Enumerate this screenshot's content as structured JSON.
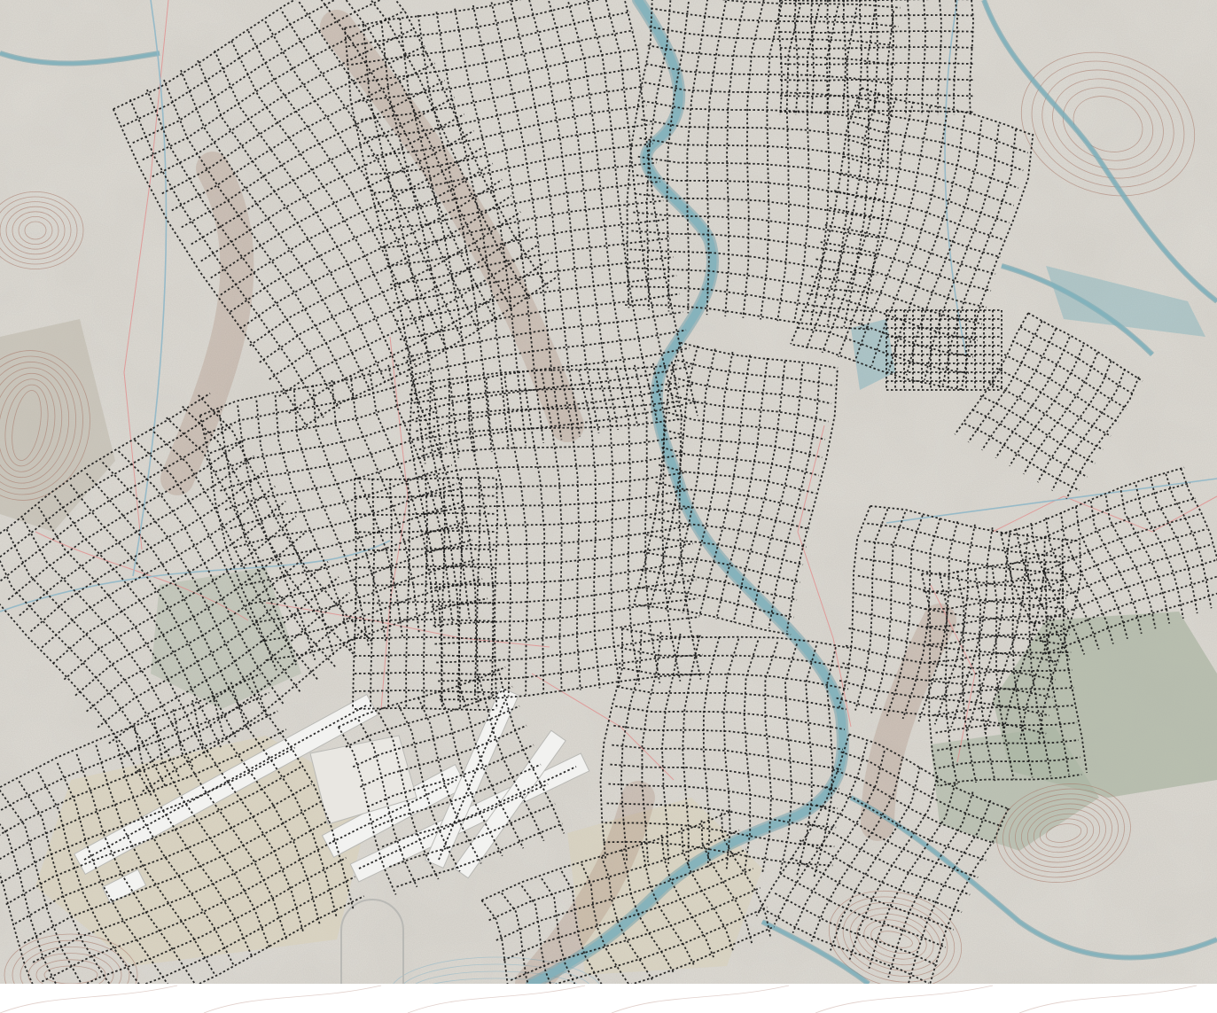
{
  "map": {
    "type": "aerial-urban-overlay",
    "layers": [
      {
        "id": "aerial",
        "name": "aerial-imagery",
        "visible": true
      },
      {
        "id": "contours",
        "name": "terrain-contours",
        "visible": true
      },
      {
        "id": "rivers",
        "name": "rivers",
        "visible": true
      },
      {
        "id": "boundaries",
        "name": "district-boundaries",
        "visible": true
      },
      {
        "id": "street-grid",
        "name": "dashed-street-grid",
        "visible": true
      },
      {
        "id": "runways",
        "name": "airport-runways",
        "visible": true
      }
    ],
    "colors": {
      "background": "#ffffff",
      "aerial_base": "#d9d6cf",
      "aerial_dense": "#c8c2b8",
      "aerial_forest": "#a9b4a1",
      "aerial_field": "#d8cfb6",
      "river": "#7fb1bd",
      "river_edge": "#5f97a6",
      "contour": "#a8796a",
      "contour_blue": "#8fb7c8",
      "boundary": "#e28c8c",
      "grid_line": "#1a1a1a",
      "runway": "#f2f2f0",
      "runway_edge": "#b9b9b5",
      "ridge_shade": "#8d5a45"
    }
  }
}
